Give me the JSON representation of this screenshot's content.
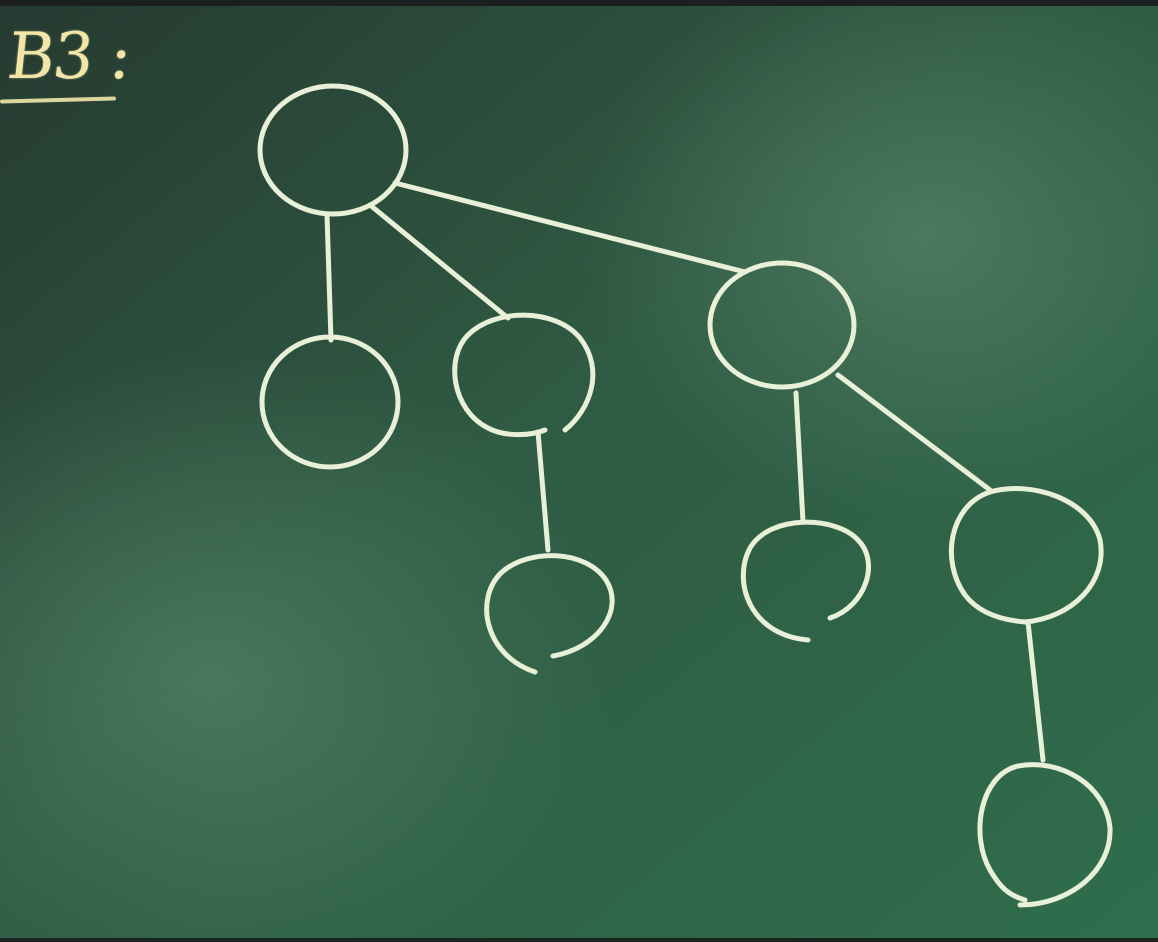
{
  "board": {
    "title": "B3 :"
  },
  "colors": {
    "board": "#2f5a43",
    "board_light": "#4f8a68",
    "chalk": "#e9f0d8",
    "chalk_title": "#f1e6a8"
  },
  "tree": {
    "nodes": [
      {
        "id": "root",
        "depth": 0
      },
      {
        "id": "a",
        "depth": 1,
        "parent": "root"
      },
      {
        "id": "b",
        "depth": 1,
        "parent": "root"
      },
      {
        "id": "c",
        "depth": 1,
        "parent": "root"
      },
      {
        "id": "b1",
        "depth": 2,
        "parent": "b"
      },
      {
        "id": "c1",
        "depth": 2,
        "parent": "c"
      },
      {
        "id": "c2",
        "depth": 2,
        "parent": "c"
      },
      {
        "id": "c2a",
        "depth": 3,
        "parent": "c2"
      }
    ]
  }
}
